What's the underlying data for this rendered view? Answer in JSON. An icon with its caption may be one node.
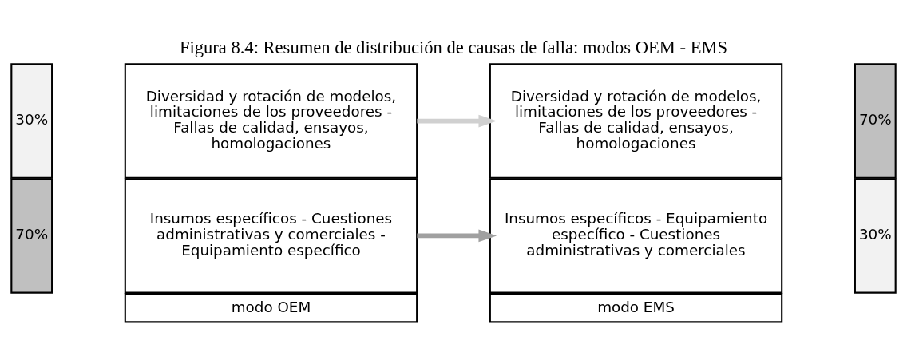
{
  "diagram": {
    "title": "Figura 8.4: Resumen de distribución de causas de falla: modos OEM - EMS",
    "nodes": [
      {
        "text": [
          "modo OEM"
        ]
      },
      {
        "text": [
          "70%"
        ]
      },
      {
        "text": [
          "Insumos específicos - Cuestiones administrativas y comerciales - Equipamiento específico"
        ]
      },
      {
        "text": [
          "30%"
        ]
      },
      {
        "text": [
          "Diversidad y rotación de modelos, limitaciones de los proveedores - Fallas de calidad, ensayos, homologaciones"
        ]
      },
      {
        "text": [
          "modo EMS"
        ]
      },
      {
        "text": [
          "Diversidad y rotación de modelos, limitaciones de los proveedores - Fallas de calidad, ensayos, homologaciones"
        ]
      },
      {
        "text": [
          "70%"
        ]
      },
      {
        "text": [
          "Insumos específicos - Equipamiento específico - Cuestiones administrativas y comerciales"
        ]
      },
      {
        "text": [
          "30%"
        ]
      }
    ],
    "edges": [
      {
        "from": 2,
        "to": 8,
        "arrow": "to",
        "color": "#a0a0a0"
      },
      {
        "from": 4,
        "to": 6,
        "arrow": "to",
        "color": "#d0d0d0"
      }
    ]
  }
}
